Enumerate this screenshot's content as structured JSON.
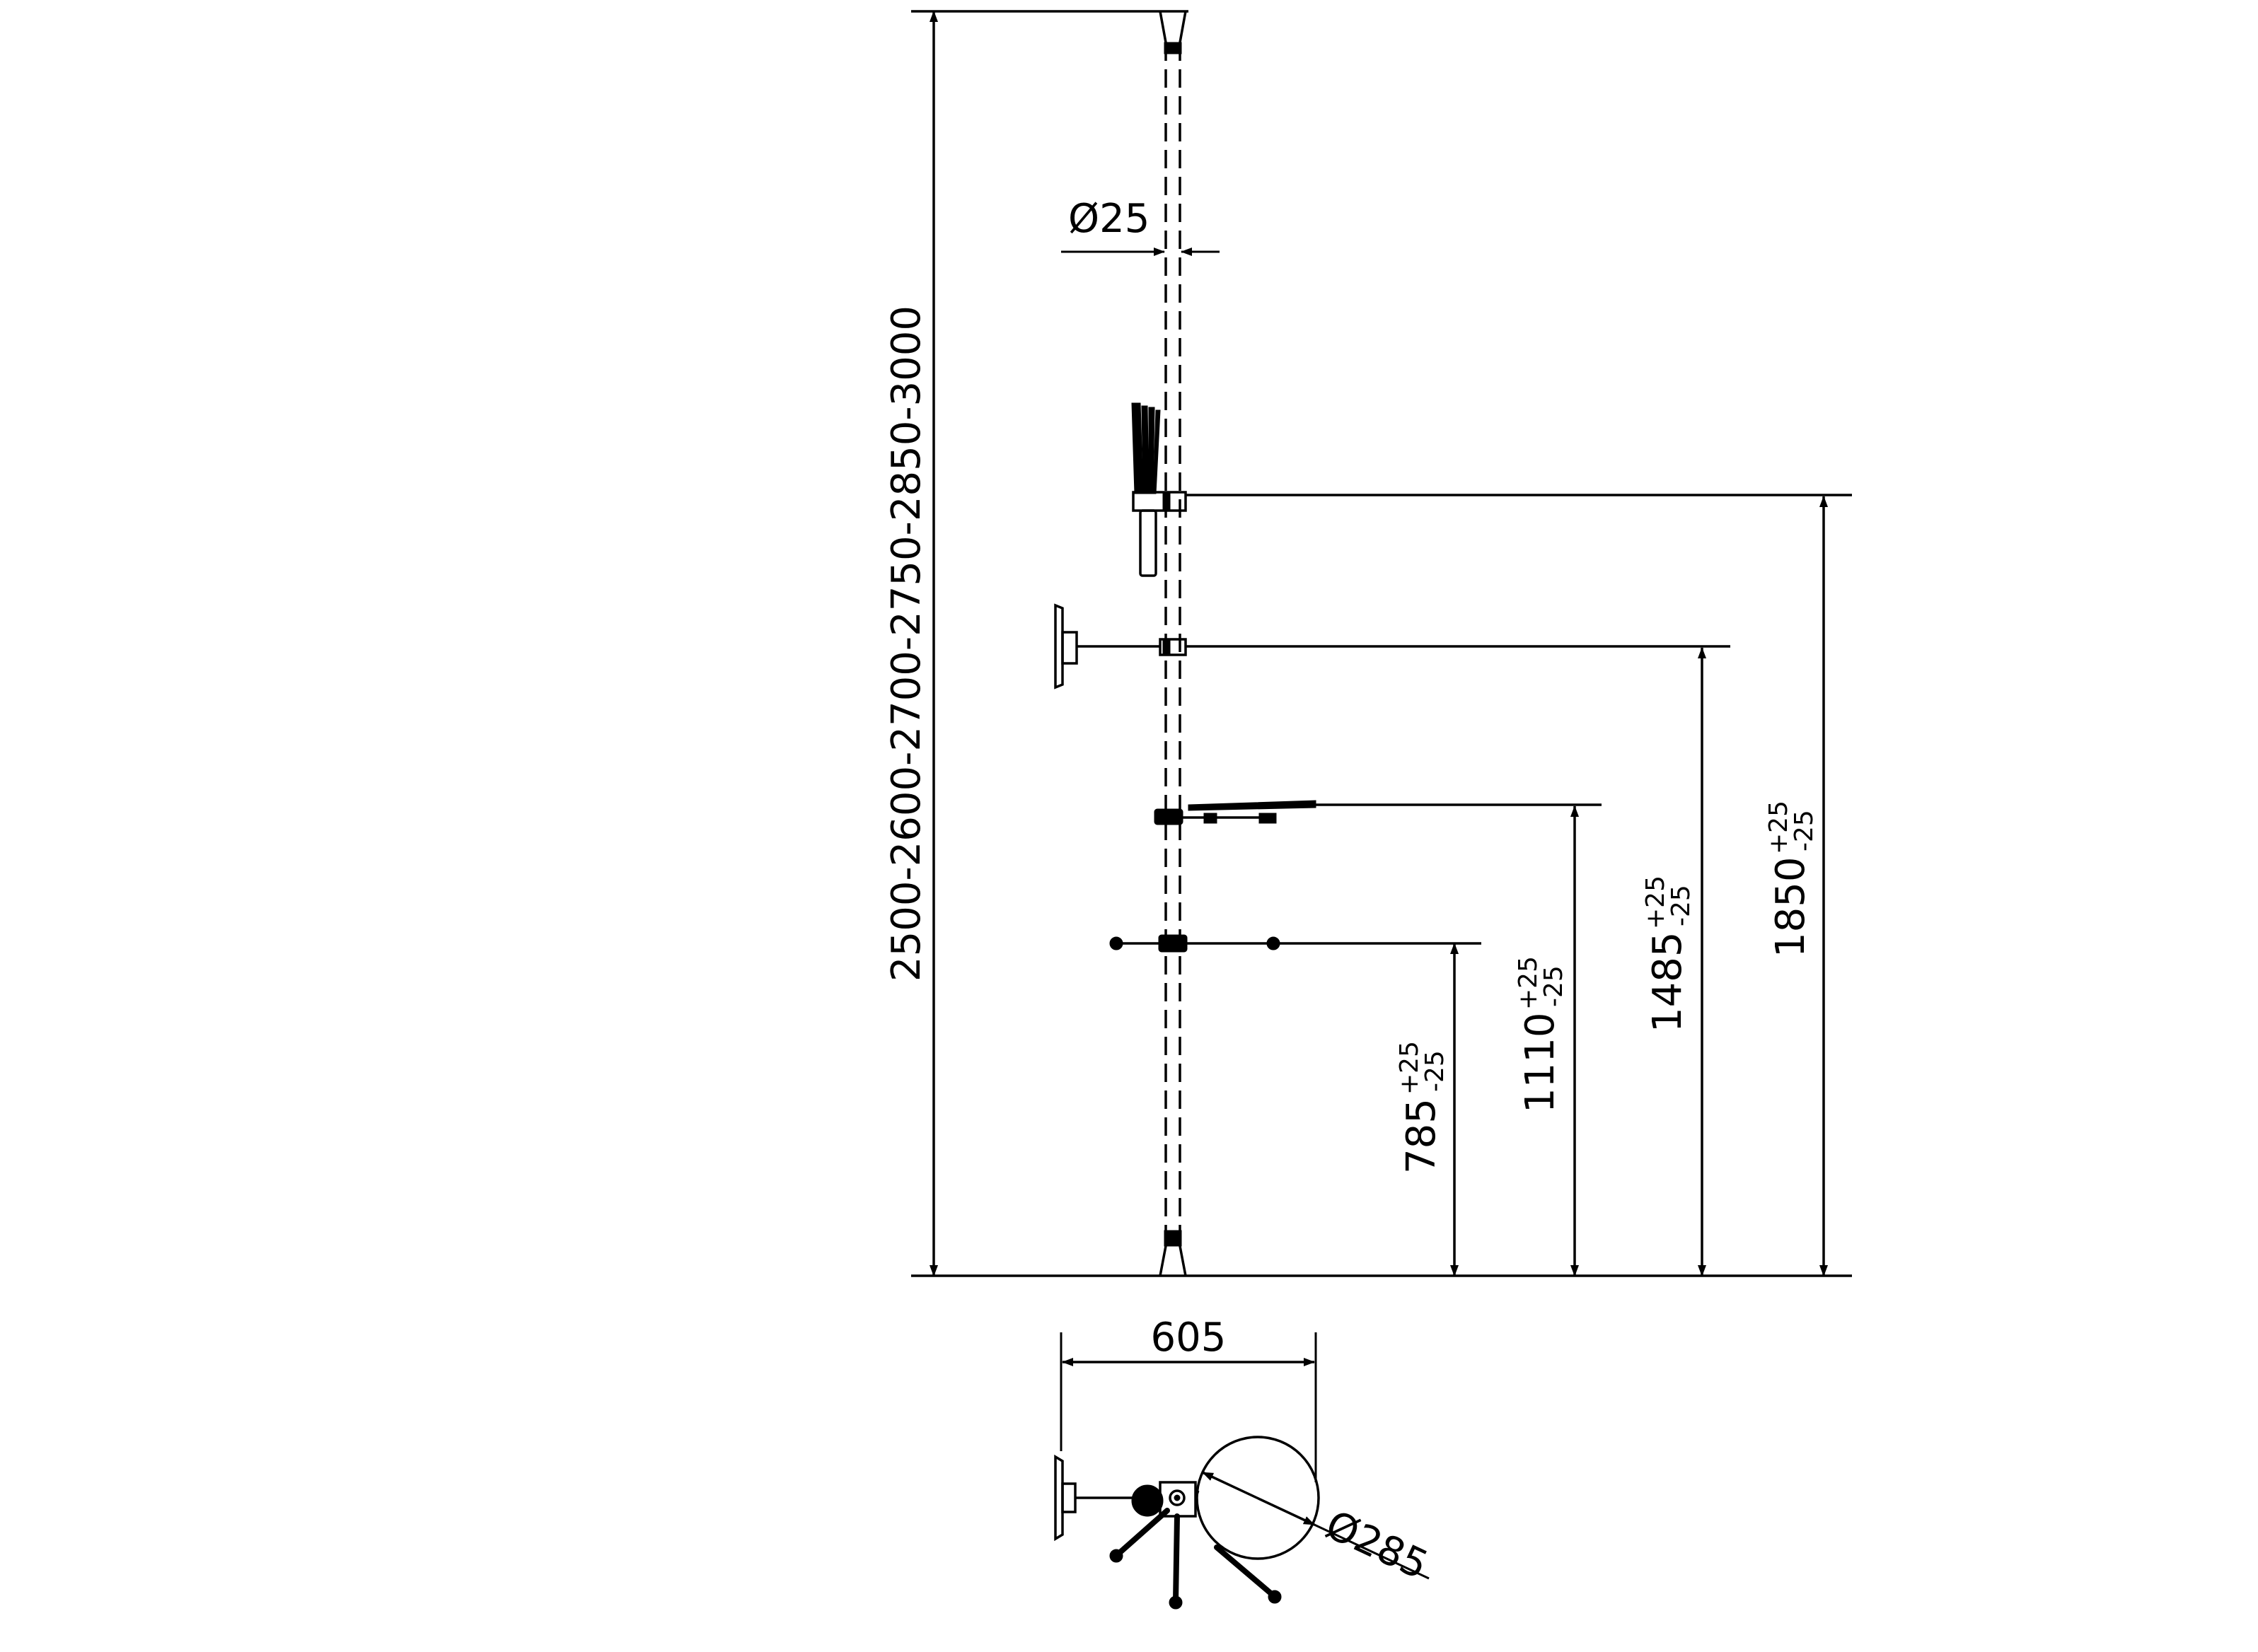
{
  "drawing": {
    "overall_height_label": "2500-2600-2700-2750-2850-3000",
    "pole_diameter_label": "Ø25",
    "width_label": "605",
    "tray_diameter_label": "Ø285",
    "levels": [
      {
        "value": "785",
        "tol_plus": "+25",
        "tol_minus": "-25"
      },
      {
        "value": "1110",
        "tol_plus": "+25",
        "tol_minus": "-25"
      },
      {
        "value": "1485",
        "tol_plus": "+25",
        "tol_minus": "-25"
      },
      {
        "value": "1850",
        "tol_plus": "+25",
        "tol_minus": "-25"
      }
    ]
  }
}
